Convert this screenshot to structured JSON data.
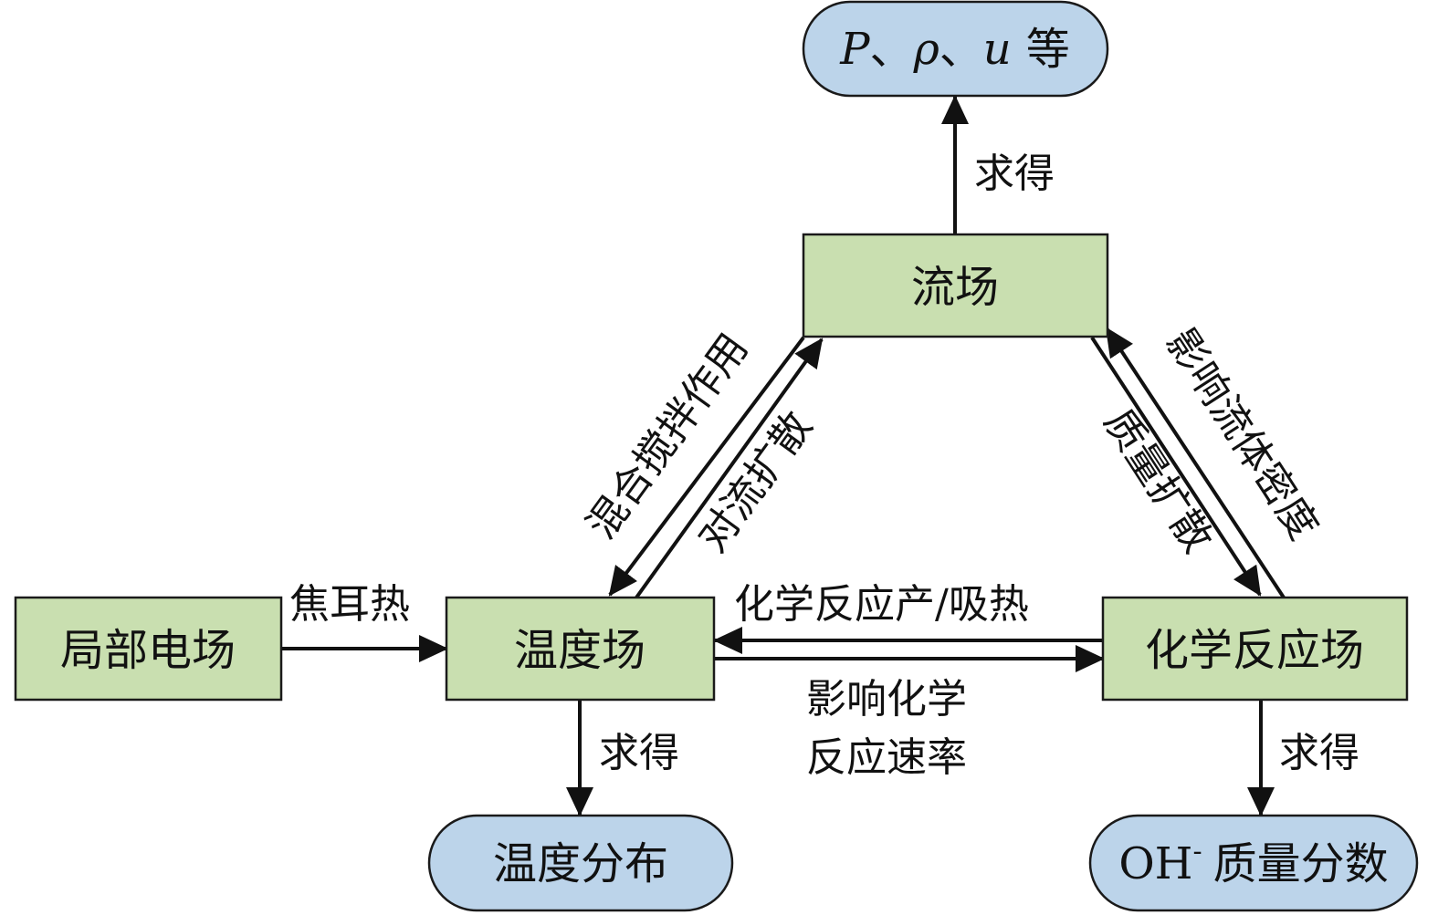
{
  "nodes": {
    "flow_field": "流场",
    "local_electric_field": "局部电场",
    "temperature_field": "温度场",
    "chemical_reaction_field": "化学反应场"
  },
  "outputs": {
    "flow_result": {
      "symbols": [
        "P",
        "、",
        "ρ",
        "、",
        "u"
      ],
      "suffix": "等"
    },
    "temperature_distribution": "温度分布",
    "oh_mass_fraction": {
      "species": "OH",
      "charge": "-",
      "suffix": "质量分数"
    }
  },
  "edge_labels": {
    "flow_to_result": "求得",
    "temperature_to_distribution": "求得",
    "reaction_to_mass_fraction": "求得",
    "joule_heat": "焦耳热",
    "mixing_stirring": "混合搅拌作用",
    "convective_diffusion": "对流扩散",
    "mass_diffusion": "质量扩散",
    "affects_fluid_density": "影响流体密度",
    "reaction_heat": "化学反应产/吸热",
    "affects_reaction_rate_line1": "影响化学",
    "affects_reaction_rate_line2": "反应速率"
  }
}
